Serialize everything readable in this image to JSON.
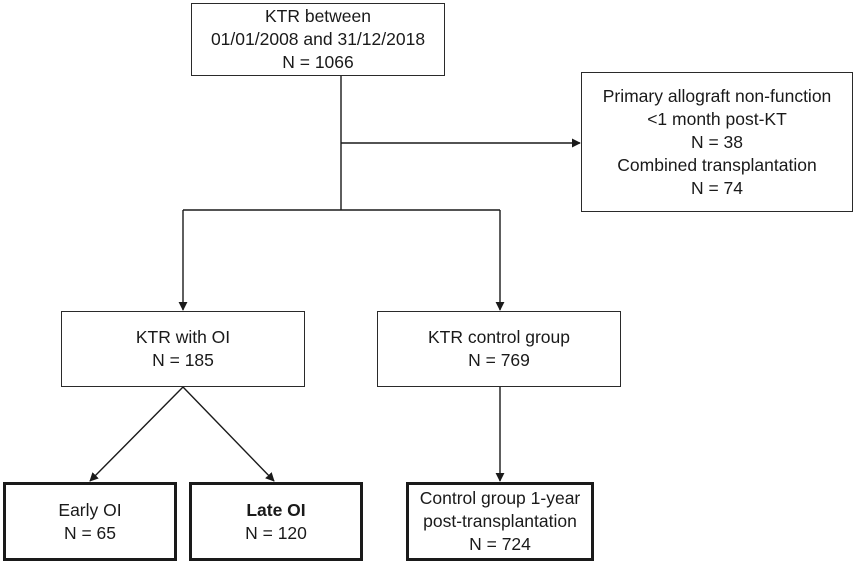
{
  "nodes": {
    "root": {
      "lines": [
        "KTR between",
        "01/01/2008 and 31/12/2018",
        "N = 1066"
      ]
    },
    "excluded": {
      "lines": [
        "Primary allograft non-function",
        "<1 month post-KT",
        "N = 38",
        "Combined transplantation",
        "N = 74"
      ]
    },
    "oi": {
      "lines": [
        "KTR with OI",
        "N = 185"
      ]
    },
    "control": {
      "lines": [
        "KTR control group",
        "N = 769"
      ]
    },
    "early": {
      "lines": [
        "Early OI",
        "N = 65"
      ]
    },
    "late": {
      "title": "Late OI",
      "count": "N = 120"
    },
    "control_1yr": {
      "lines": [
        "Control group 1-year",
        "post-transplantation",
        "N = 724"
      ]
    }
  }
}
